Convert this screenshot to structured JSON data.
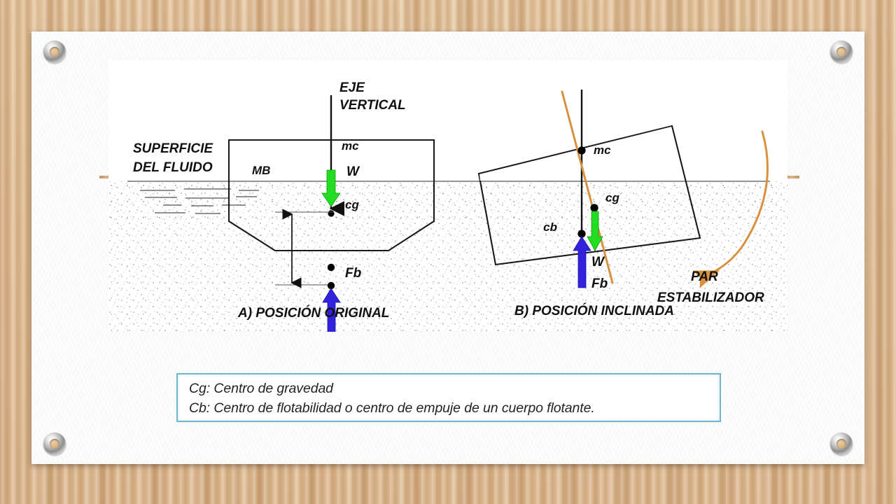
{
  "slide": {
    "background_color": "#d9b589",
    "card_color": "#fdfdfd"
  },
  "diagram": {
    "title_axis_line1": "EJE",
    "title_axis_line2": "VERTICAL",
    "surface_label_line1": "SUPERFICIE",
    "surface_label_line2": "DEL  FLUIDO",
    "panel_a": {
      "caption": "A) POSICIÓN ORIGINAL",
      "labels": {
        "metacenter": "mc",
        "weight": "W",
        "center_of_gravity": "cg",
        "buoyant_force": "Fb",
        "metacentric_height": "MB"
      }
    },
    "panel_b": {
      "caption": "B) POSICIÓN INCLINADA",
      "labels": {
        "metacenter": "mc",
        "center_of_gravity": "cg",
        "center_of_buoyancy": "cb",
        "weight": "W",
        "buoyant_force": "Fb",
        "righting_couple_line1": "PAR",
        "righting_couple_line2": "ESTABILIZADOR"
      }
    },
    "colors": {
      "weight_arrow": "#22dd22",
      "buoyancy_arrow": "#3322dd",
      "couple_arrow": "#d8913f",
      "hull_stroke": "#1a1a1a"
    }
  },
  "caption": {
    "line1": "Cg: Centro de gravedad",
    "line2": "Cb: Centro de flotabilidad o centro de empuje de un cuerpo flotante.",
    "border_color": "#6fb6cf"
  }
}
